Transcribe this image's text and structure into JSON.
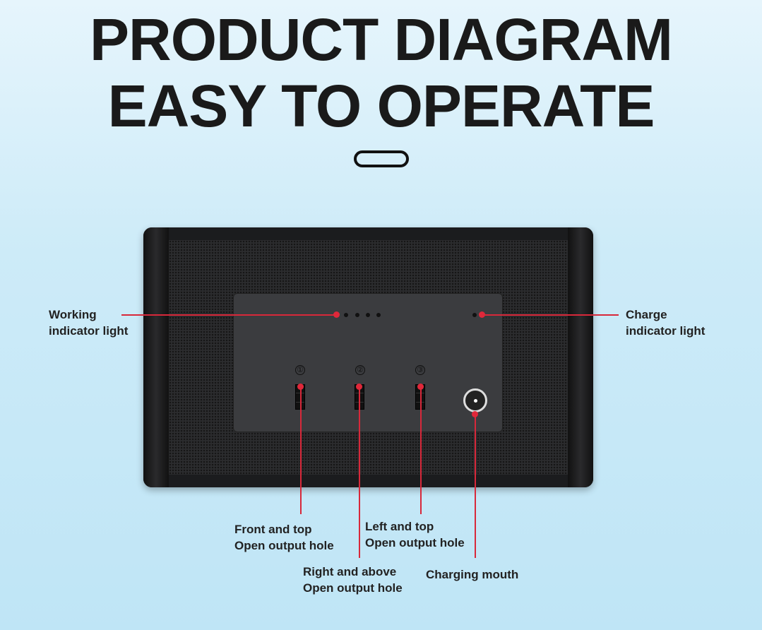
{
  "title": {
    "line1": "PRODUCT DIAGRAM",
    "line2": "EASY TO OPERATE"
  },
  "panel": {
    "port_numbers": [
      "①",
      "②",
      "③"
    ]
  },
  "labels": {
    "working": [
      "Working",
      "indicator light"
    ],
    "charge": [
      "Charge",
      "indicator light"
    ],
    "front": [
      "Front and top",
      "Open output hole"
    ],
    "left": [
      "Left and top",
      "Open output hole"
    ],
    "right": [
      "Right and above",
      "Open output hole"
    ],
    "charging": "Charging mouth"
  },
  "colors": {
    "callout": "#d8283a",
    "background": "#cdebf8"
  }
}
